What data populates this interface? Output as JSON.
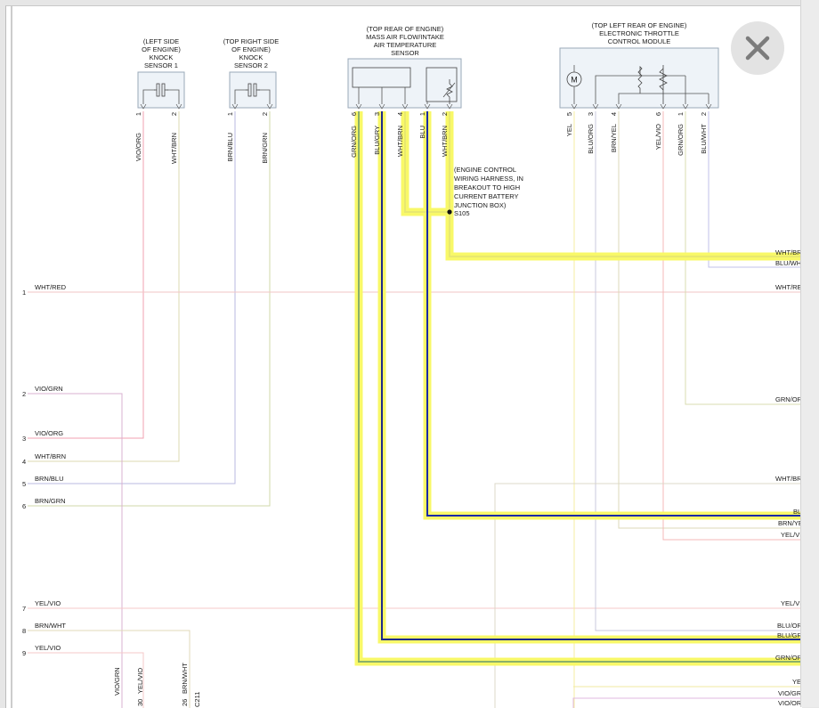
{
  "components": {
    "knock1": {
      "lines": [
        "(LEFT SIDE",
        "OF ENGINE)",
        "KNOCK",
        "SENSOR 1"
      ]
    },
    "knock2": {
      "lines": [
        "(TOP RIGHT SIDE",
        "OF ENGINE)",
        "KNOCK",
        "SENSOR 2"
      ]
    },
    "maf": {
      "lines": [
        "(TOP REAR OF ENGINE)",
        "MASS AIR FLOW/INTAKE",
        "AIR TEMPERATURE",
        "SENSOR"
      ]
    },
    "etc": {
      "lines": [
        "(TOP LEFT REAR OF ENGINE)",
        "ELECTRONIC THROTTLE",
        "CONTROL MODULE"
      ]
    },
    "motor_symbol": "M"
  },
  "pins": {
    "k1_1": {
      "color": "VIO/ORG",
      "num": "1"
    },
    "k1_2": {
      "color": "WHT/BRN",
      "num": "2"
    },
    "k2_1": {
      "color": "BRN/BLU",
      "num": "1"
    },
    "k2_2": {
      "color": "BRN/GRN",
      "num": "2"
    },
    "maf_6": {
      "color": "GRN/ORG",
      "num": "6"
    },
    "maf_3": {
      "color": "BLU/GRY",
      "num": "3"
    },
    "maf_4": {
      "color": "WHT/BRN",
      "num": "4"
    },
    "maf_1": {
      "color": "BLU",
      "num": "1"
    },
    "maf_2": {
      "color": "WHT/BRN",
      "num": "2"
    },
    "etc_5": {
      "color": "YEL",
      "num": "5"
    },
    "etc_3": {
      "color": "BLU/ORG",
      "num": "3"
    },
    "etc_4": {
      "color": "BRN/YEL",
      "num": "4"
    },
    "etc_6": {
      "color": "YEL/VIO",
      "num": "6"
    },
    "etc_1": {
      "color": "GRN/ORG",
      "num": "1"
    },
    "etc_2": {
      "color": "BLU/WHT",
      "num": "2"
    }
  },
  "splice": {
    "label": "S105",
    "note": [
      "(ENGINE CONTROL",
      "WIRING HARNESS, IN",
      "BREAKOUT TO HIGH",
      "CURRENT BATTERY",
      "JUNCTION BOX)"
    ]
  },
  "left_rows": [
    {
      "num": "1",
      "color": "WHT/RED"
    },
    {
      "num": "2",
      "color": "VIO/GRN"
    },
    {
      "num": "3",
      "color": "VIO/ORG"
    },
    {
      "num": "4",
      "color": "WHT/BRN"
    },
    {
      "num": "5",
      "color": "BRN/BLU"
    },
    {
      "num": "6",
      "color": "BRN/GRN"
    },
    {
      "num": "7",
      "color": "YEL/VIO"
    },
    {
      "num": "8",
      "color": "BRN/WHT"
    },
    {
      "num": "9",
      "color": "YEL/VIO"
    }
  ],
  "right_labels": {
    "r1": "WHT/BR",
    "r2": "BLU/WH",
    "r3": "WHT/RE",
    "r4": "GRN/OR",
    "r5": "WHT/BR",
    "r6": "BLU",
    "r7": "BRN/YE",
    "r8": "YEL/VI",
    "r9": "YEL/VI",
    "r10": "BLU/OR",
    "r11": "BLU/GR",
    "r12": "GRN/OR",
    "r13": "YE",
    "r14": "VIO/GR",
    "r15": "VIO/OR"
  },
  "bottom": {
    "c1": {
      "color": "VIO/GRN",
      "num": ""
    },
    "c2": {
      "color": "YEL/VIO",
      "num": "30"
    },
    "c3": {
      "color": "BRN/WHT",
      "num": "26"
    },
    "connector": "C211"
  },
  "close_icon": "close-icon"
}
